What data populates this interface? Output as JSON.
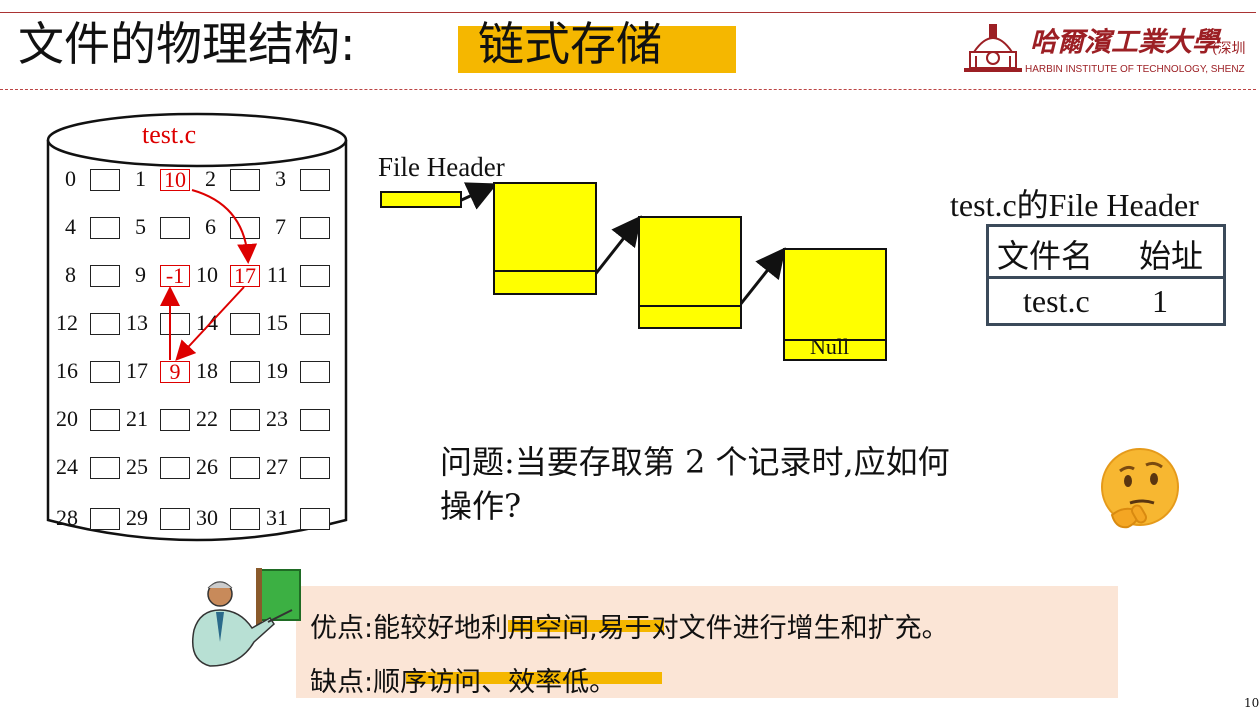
{
  "header": {
    "title_main": "文件的物理结构:",
    "title_highlight": "链式存储",
    "logo_cn": "哈爾濱工業大學",
    "logo_campus": "(深圳",
    "logo_en": "HARBIN INSTITUTE OF TECHNOLOGY, SHENZ"
  },
  "disk": {
    "label": "test.c",
    "blocks": [
      {
        "n": "0",
        "v": ""
      },
      {
        "n": "1",
        "v": "10"
      },
      {
        "n": "2",
        "v": ""
      },
      {
        "n": "3",
        "v": ""
      },
      {
        "n": "4",
        "v": ""
      },
      {
        "n": "5",
        "v": ""
      },
      {
        "n": "6",
        "v": ""
      },
      {
        "n": "7",
        "v": ""
      },
      {
        "n": "8",
        "v": ""
      },
      {
        "n": "9",
        "v": "-1"
      },
      {
        "n": "10",
        "v": "17"
      },
      {
        "n": "11",
        "v": ""
      },
      {
        "n": "12",
        "v": ""
      },
      {
        "n": "13",
        "v": ""
      },
      {
        "n": "14",
        "v": ""
      },
      {
        "n": "15",
        "v": ""
      },
      {
        "n": "16",
        "v": ""
      },
      {
        "n": "17",
        "v": "9"
      },
      {
        "n": "18",
        "v": ""
      },
      {
        "n": "19",
        "v": ""
      },
      {
        "n": "20",
        "v": ""
      },
      {
        "n": "21",
        "v": ""
      },
      {
        "n": "22",
        "v": ""
      },
      {
        "n": "23",
        "v": ""
      },
      {
        "n": "24",
        "v": ""
      },
      {
        "n": "25",
        "v": ""
      },
      {
        "n": "26",
        "v": ""
      },
      {
        "n": "27",
        "v": ""
      },
      {
        "n": "28",
        "v": ""
      },
      {
        "n": "29",
        "v": ""
      },
      {
        "n": "30",
        "v": ""
      },
      {
        "n": "31",
        "v": ""
      }
    ]
  },
  "diagram": {
    "file_header_label": "File Header",
    "null_label": "Null"
  },
  "file_header_table": {
    "caption": "test.c的File Header",
    "col1_header": "文件名",
    "col2_header": "始址",
    "col1_value": "test.c",
    "col2_value": "1"
  },
  "question": {
    "line1": "问题:当要存取第 2 个记录时,应如何",
    "line2": "操作?"
  },
  "pros_cons": {
    "pros": "优点:能较好地利用空间,易于对文件进行增生和扩充。",
    "cons": "缺点:顺序访问、效率低。"
  },
  "page_number": "10",
  "colors": {
    "accent": "#f5b700",
    "brand": "#9c1f24",
    "pointer": "#dd0000",
    "panel": "#fbe5d6"
  }
}
